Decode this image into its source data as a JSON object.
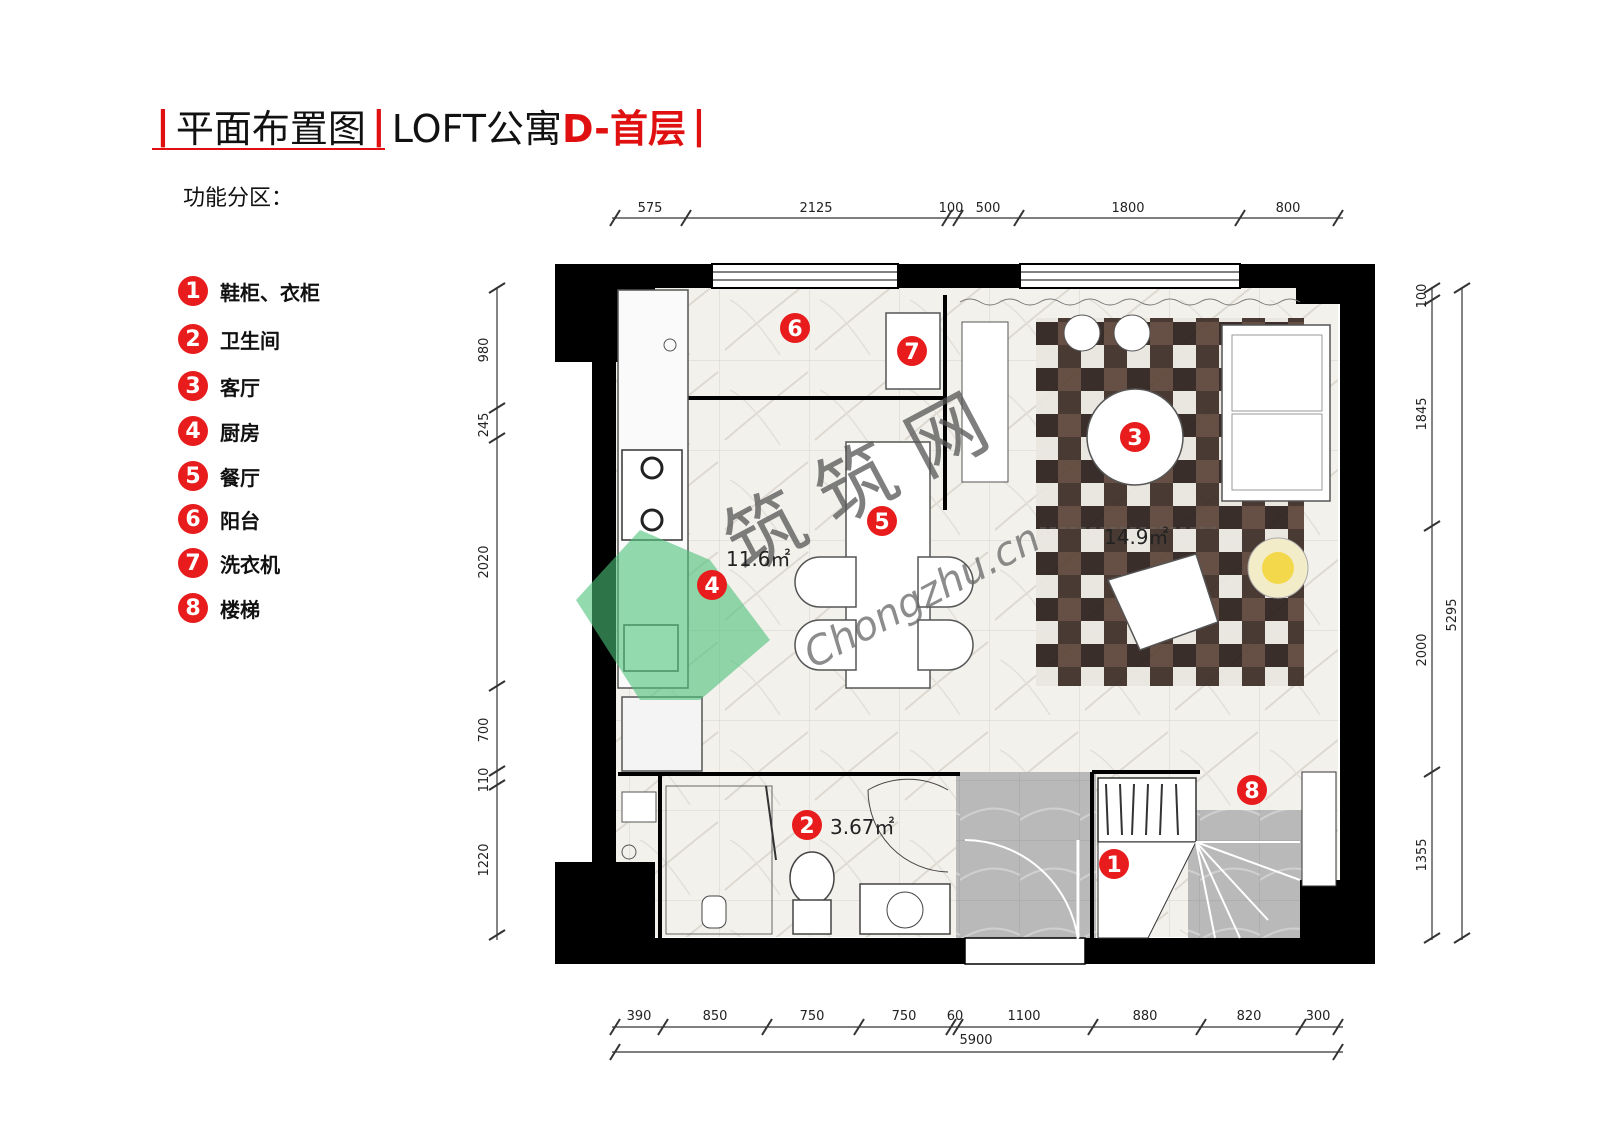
{
  "title": {
    "part1": "平面布置图",
    "part2": "LOFT公寓",
    "part3": "D-首层",
    "bar": "|"
  },
  "zone_heading": "功能分区：",
  "legend": [
    {
      "num": "1",
      "label": "鞋柜、衣柜"
    },
    {
      "num": "2",
      "label": "卫生间"
    },
    {
      "num": "3",
      "label": "客厅"
    },
    {
      "num": "4",
      "label": "厨房"
    },
    {
      "num": "5",
      "label": "餐厅"
    },
    {
      "num": "6",
      "label": "阳台"
    },
    {
      "num": "7",
      "label": "洗衣机"
    },
    {
      "num": "8",
      "label": "楼梯"
    }
  ],
  "dimensions": {
    "top": [
      "575",
      "2125",
      "100",
      "500",
      "1800",
      "800"
    ],
    "bottom": [
      "390",
      "850",
      "750",
      "750",
      "60",
      "1100",
      "880",
      "820",
      "300"
    ],
    "bottom_total": "5900",
    "left": [
      "980",
      "245",
      "2020",
      "700",
      "110",
      "1220"
    ],
    "right": [
      "100",
      "1845",
      "2000",
      "1355"
    ],
    "right_total": "5295"
  },
  "areas": {
    "kitchen": "11.6㎡",
    "living": "14.9㎡",
    "bath": "3.67㎡"
  },
  "watermark": {
    "cn": "筑 筑 网",
    "en": "Chongzhu.cn"
  },
  "colors": {
    "accent": "#e01010",
    "wall": "#000000",
    "floor": "#f1efea"
  }
}
